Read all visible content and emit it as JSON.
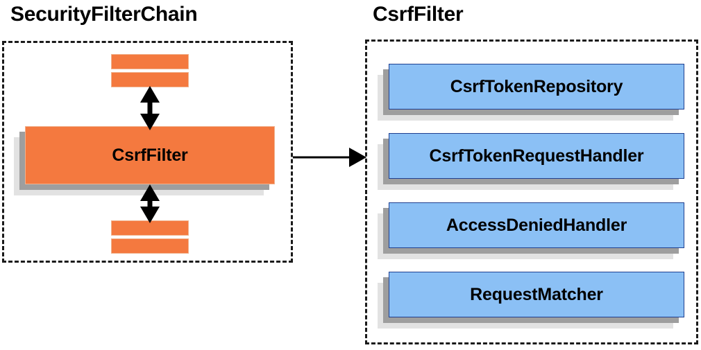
{
  "diagram": {
    "type": "architecture-diagram",
    "background_color": "#ffffff",
    "palette": {
      "orange_fill": "#f4793f",
      "orange_border": "#f0b38f",
      "blue_fill": "#8bc0f5",
      "blue_border": "#1f3f8f",
      "shadow_mid": "#9e9e9e",
      "shadow_back": "#e2e2e2",
      "outline": "#1a1a1a",
      "text": "#000000"
    }
  },
  "panels": [
    {
      "id": "security-filter-chain",
      "title": "SecurityFilterChain",
      "border_style": "dashed",
      "nodes": [
        {
          "id": "filter-bar-top-1",
          "label": "",
          "shape": "bar",
          "color": "orange"
        },
        {
          "id": "filter-bar-top-2",
          "label": "",
          "shape": "bar",
          "color": "orange"
        },
        {
          "id": "csrf-filter",
          "label": "CsrfFilter",
          "shape": "card",
          "color": "orange"
        },
        {
          "id": "filter-bar-bottom-1",
          "label": "",
          "shape": "bar",
          "color": "orange"
        },
        {
          "id": "filter-bar-bottom-2",
          "label": "",
          "shape": "bar",
          "color": "orange"
        }
      ]
    },
    {
      "id": "csrf-filter-detail",
      "title": "CsrfFilter",
      "border_style": "dashed",
      "nodes": [
        {
          "id": "csrf-token-repository",
          "label": "CsrfTokenRepository",
          "shape": "card",
          "color": "blue"
        },
        {
          "id": "csrf-token-request-handler",
          "label": "CsrfTokenRequestHandler",
          "shape": "card",
          "color": "blue"
        },
        {
          "id": "access-denied-handler",
          "label": "AccessDeniedHandler",
          "shape": "card",
          "color": "blue"
        },
        {
          "id": "request-matcher",
          "label": "RequestMatcher",
          "shape": "card",
          "color": "blue"
        }
      ]
    }
  ],
  "connectors": [
    {
      "id": "chain-up",
      "from": "csrf-filter",
      "to": "filter-bar-top-2",
      "style": "double-arrow",
      "orientation": "vertical"
    },
    {
      "id": "chain-down",
      "from": "csrf-filter",
      "to": "filter-bar-bottom-1",
      "style": "double-arrow",
      "orientation": "vertical"
    },
    {
      "id": "expand-detail",
      "from": "security-filter-chain",
      "to": "csrf-filter-detail",
      "style": "single-arrow",
      "orientation": "horizontal"
    }
  ]
}
